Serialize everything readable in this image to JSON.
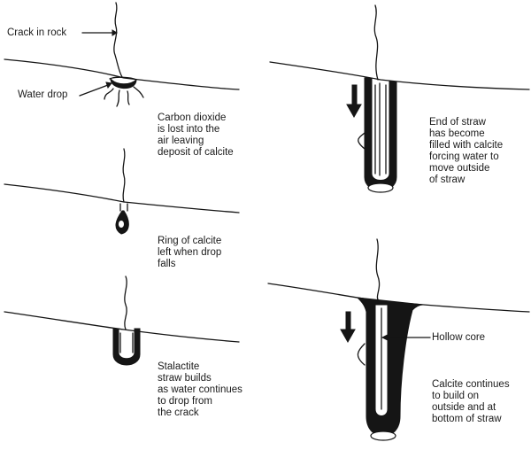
{
  "labels": {
    "crack_in_rock": "Crack in rock",
    "water_drop": "Water drop",
    "carbon_dioxide": "Carbon dioxide\nis lost into the\nair leaving\ndeposit of calcite",
    "ring_of_calcite": "Ring of calcite\nleft when drop\nfalls",
    "stalactite_straw": "Stalactite\nstraw builds\nas water continues\nto drop from\nthe crack",
    "end_of_straw": "End of straw\nhas become\nfilled with calcite\nforcing water to\nmove outside\nof straw",
    "hollow_core": "Hollow core",
    "calcite_continues": "Calcite continues\nto build on\noutside and at\nbottom of straw"
  },
  "colors": {
    "ink": "#151515",
    "paper": "#ffffff"
  },
  "icons": [
    "crack-line",
    "ceiling-line",
    "water-drop",
    "straw-tube",
    "flow-arrow",
    "stalactite-cone"
  ]
}
